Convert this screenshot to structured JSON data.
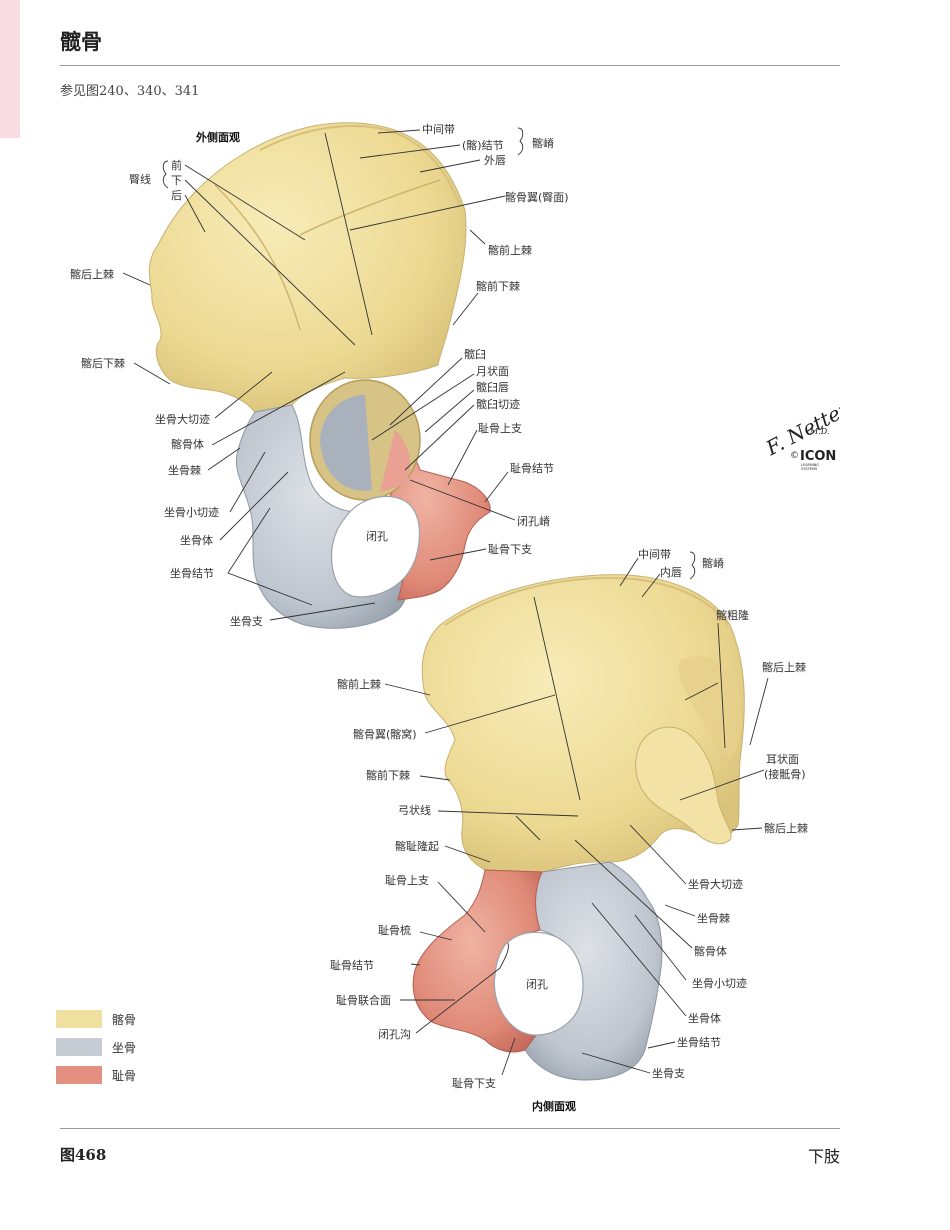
{
  "page": {
    "title": "髋骨",
    "see_also": "参见图240、340、341",
    "figure_number": "图468",
    "section": "下肢"
  },
  "colors": {
    "ilium": "#efe0a0",
    "ischium": "#c5ccd4",
    "pubis": "#e49080",
    "side_tab": "#f8dde3"
  },
  "legend": [
    {
      "label": "髂骨",
      "color": "#efe0a0"
    },
    {
      "label": "坐骨",
      "color": "#c5ccd4"
    },
    {
      "label": "耻骨",
      "color": "#e49080"
    }
  ],
  "lateral_view": {
    "caption": "外侧面观",
    "labels": {
      "intermediate_zone": "中间带",
      "tubercle": "(髂)结节",
      "outer_lip": "外唇",
      "iliac_crest": "髂嵴",
      "gluteal_lines": "臀线",
      "anterior": "前",
      "inferior": "下",
      "posterior": "后",
      "wing_gluteal": "髂骨翼(臀面)",
      "asis": "髂前上棘",
      "psis": "髂后上棘",
      "aiis": "髂前下棘",
      "piis": "髂后下棘",
      "acetabulum": "髋臼",
      "lunate_surface": "月状面",
      "acetabular_labrum": "髋臼唇",
      "acetabular_notch": "髋臼切迹",
      "greater_sciatic_notch": "坐骨大切迹",
      "ilium_body": "髂骨体",
      "superior_pubic_ramus": "耻骨上支",
      "ischial_spine": "坐骨棘",
      "pubic_tubercle": "耻骨结节",
      "lesser_sciatic_notch": "坐骨小切迹",
      "obturator_crest": "闭孔嵴",
      "ischium_body": "坐骨体",
      "obturator_foramen": "闭孔",
      "inferior_pubic_ramus": "耻骨下支",
      "ischial_tuberosity": "坐骨结节",
      "ischial_ramus": "坐骨支"
    }
  },
  "medial_view": {
    "caption": "内侧面观",
    "labels": {
      "intermediate_zone": "中间带",
      "inner_lip": "内唇",
      "iliac_crest": "髂嵴",
      "iliac_tuberosity": "髂粗隆",
      "psis": "髂后上棘",
      "asis": "髂前上棘",
      "wing_fossa": "髂骨翼(髂窝)",
      "auricular_surface": "耳状面",
      "auricular_sub": "(接骶骨)",
      "aiis": "髂前下棘",
      "arcuate_line": "弓状线",
      "piis": "髂后上棘",
      "iliopubic_eminence": "髂耻隆起",
      "superior_pubic_ramus": "耻骨上支",
      "greater_sciatic_notch": "坐骨大切迹",
      "ischial_spine": "坐骨棘",
      "pecten_pubis": "耻骨梳",
      "ilium_body": "髂骨体",
      "pubic_tubercle": "耻骨结节",
      "obturator_foramen": "闭孔",
      "lesser_sciatic_notch": "坐骨小切迹",
      "symphyseal_surface": "耻骨联合面",
      "ischium_body": "坐骨体",
      "obturator_groove": "闭孔沟",
      "ischial_tuberosity": "坐骨结节",
      "ischial_ramus": "坐骨支",
      "inferior_pubic_ramus": "耻骨下支"
    }
  },
  "logo": {
    "signature": "F. Netter",
    "signature_suffix": "M.D.",
    "copyright_symbol": "©",
    "brand": "ICON",
    "brand_sub_1": "LEARNING",
    "brand_sub_2": "SYSTEMS"
  }
}
